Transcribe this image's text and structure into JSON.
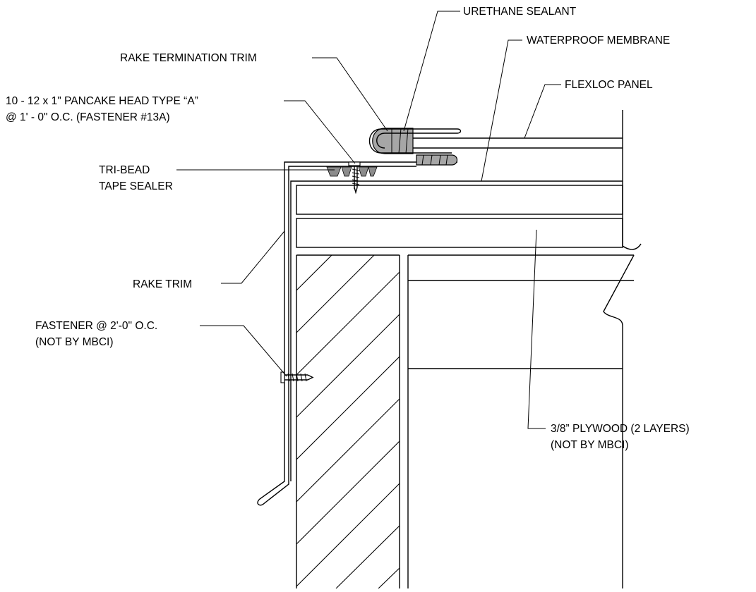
{
  "labels": {
    "urethane_sealant": "URETHANE SEALANT",
    "waterproof_membrane": "WATERPROOF MEMBRANE",
    "rake_termination_trim": "RAKE TERMINATION TRIM",
    "flexloc_panel": "FLEXLOC PANEL",
    "pancake_fastener_line1": "10 - 12 x 1\" PANCAKE HEAD TYPE “A”",
    "pancake_fastener_line2": "@ 1' - 0\" O.C. (FASTENER #13A)",
    "tri_bead_line1": "TRI-BEAD",
    "tri_bead_line2": "TAPE SEALER",
    "rake_trim": "RAKE TRIM",
    "fastener_line1": "FASTENER @ 2'-0\" O.C.",
    "fastener_line2": "(NOT BY MBCI)",
    "plywood_line1": "3/8” PLYWOOD (2 LAYERS)",
    "plywood_line2": "(NOT BY MBCI)"
  },
  "colors": {
    "line": "#000000",
    "sealant": "#a6a6a6",
    "tape_sealer": "#8c8c8c",
    "background": "#ffffff"
  }
}
